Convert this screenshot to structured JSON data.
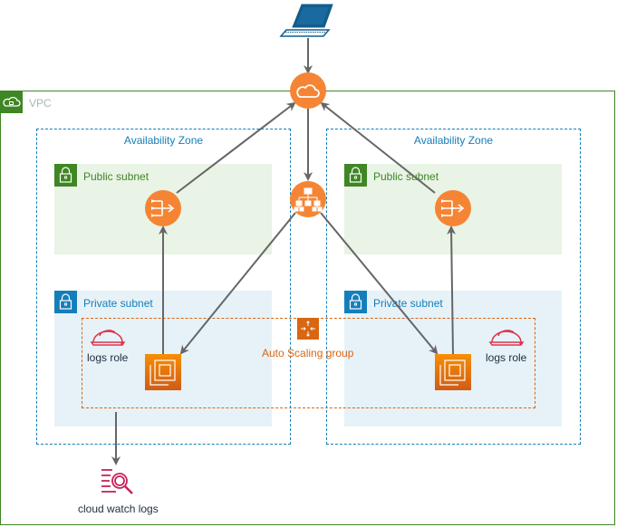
{
  "vpc": {
    "label": "VPC"
  },
  "availability_zones": [
    {
      "label": "Availability Zone"
    },
    {
      "label": "Availability Zone"
    }
  ],
  "public_subnets": [
    {
      "label": "Public subnet"
    },
    {
      "label": "Public subnet"
    }
  ],
  "private_subnets": [
    {
      "label": "Private subnet"
    },
    {
      "label": "Private subnet"
    }
  ],
  "auto_scaling_group": {
    "label": "Auto Scaling group"
  },
  "roles": [
    {
      "label": "logs role"
    },
    {
      "label": "logs role"
    }
  ],
  "cloudwatch": {
    "label": "cloud watch logs"
  },
  "colors": {
    "vpc_green": "#3f8624",
    "az_blue": "#147eba",
    "aws_orange": "#f58534",
    "asg_orange": "#d86613",
    "iam_red": "#dd344c",
    "cloudwatch_pink": "#c7225b",
    "arrow_gray": "#666666"
  }
}
